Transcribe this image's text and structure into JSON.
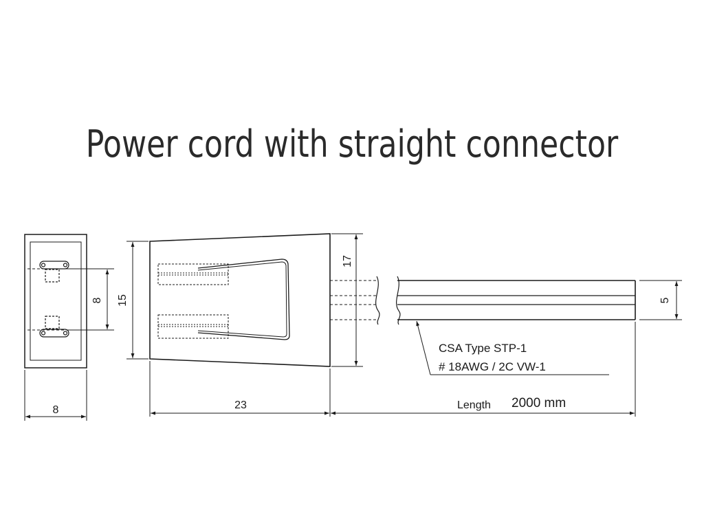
{
  "title": "Power cord with straight connector",
  "dimensions": {
    "end_view_width": "8",
    "pin_spacing": "8",
    "connector_height": "15",
    "connector_length": "23",
    "connector_rear_height": "17",
    "cable_height": "5"
  },
  "cable_spec": {
    "line1": "CSA Type STP-1",
    "line2": "# 18AWG / 2C VW-1"
  },
  "length_label": "Length",
  "length_value": "2000 mm",
  "colors": {
    "line": "#1a1a1a",
    "title": "#2a2a2a",
    "background": "#ffffff"
  }
}
